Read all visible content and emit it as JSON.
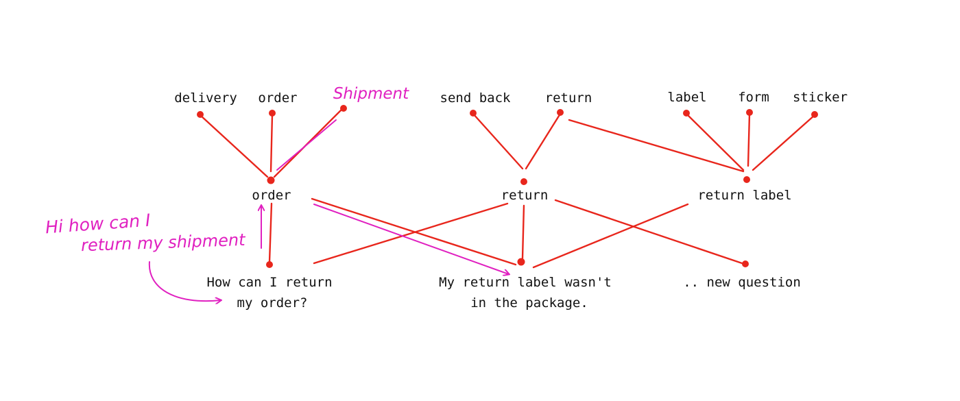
{
  "colors": {
    "line": "#e8261c",
    "dot": "#e8261c",
    "annotation": "#e020c0",
    "text": "#111111",
    "background": "#ffffff"
  },
  "top_words": {
    "delivery": "delivery",
    "order": "order",
    "shipment": "Shipment",
    "send_back": "send back",
    "return": "return",
    "label": "label",
    "form": "form",
    "sticker": "sticker"
  },
  "concepts": {
    "order": "order",
    "return": "return",
    "return_label": "return label"
  },
  "questions": {
    "q1_line1": "How can I return",
    "q1_line2": "my order?",
    "q2_line1": "My return label wasn't",
    "q2_line2": "in the package.",
    "q3": ".. new question"
  },
  "annotation": {
    "line1": "Hi how can I",
    "line2": "return  my shipment"
  }
}
